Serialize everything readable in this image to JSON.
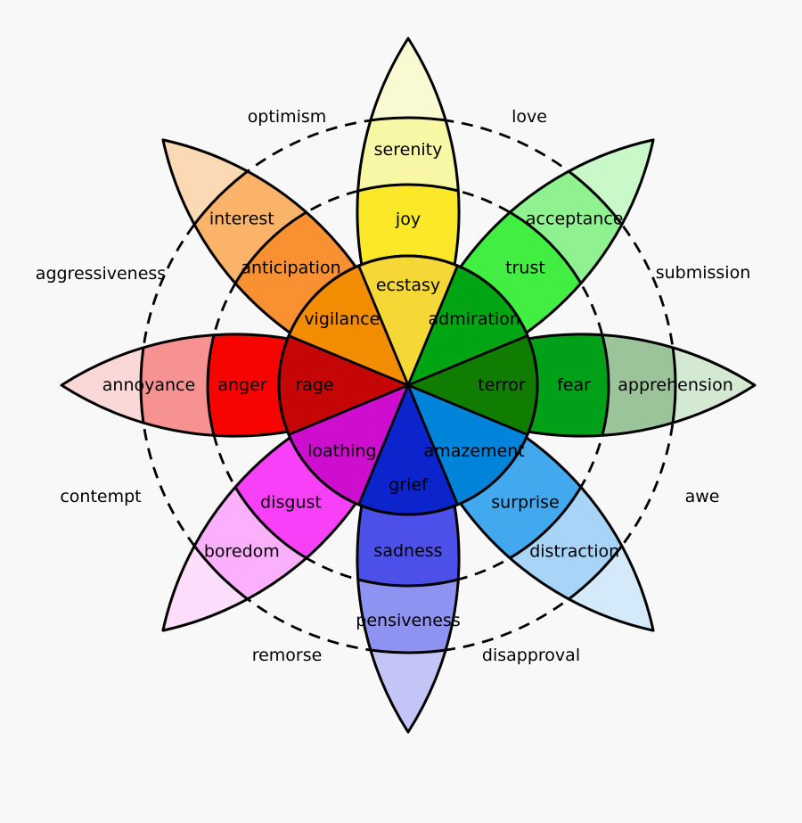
{
  "background": "#f8f8f8",
  "stroke_color": "#000000",
  "text_color": "#000000",
  "wheel": {
    "title": "plutchik-wheel-of-emotions",
    "petals": [
      {
        "name": "joy",
        "segments": [
          {
            "label": "ecstasy",
            "color": "#f5d836"
          },
          {
            "label": "joy",
            "color": "#fae829"
          },
          {
            "label": "serenity",
            "color": "#f7f7a6"
          }
        ],
        "tip_color": "#fafad2"
      },
      {
        "name": "trust",
        "segments": [
          {
            "label": "admiration",
            "color": "#01a513"
          },
          {
            "label": "trust",
            "color": "#43ee43"
          },
          {
            "label": "acceptance",
            "color": "#90f190"
          }
        ],
        "tip_color": "#c9f9c9"
      },
      {
        "name": "fear",
        "segments": [
          {
            "label": "terror",
            "color": "#107c00"
          },
          {
            "label": "fear",
            "color": "#00a018"
          },
          {
            "label": "apprehension",
            "color": "#9cc49a"
          }
        ],
        "tip_color": "#d4e9d1"
      },
      {
        "name": "surprise",
        "segments": [
          {
            "label": "amazement",
            "color": "#0084da"
          },
          {
            "label": "surprise",
            "color": "#42a9ef"
          },
          {
            "label": "distraction",
            "color": "#a7d4f7"
          }
        ],
        "tip_color": "#d4eafb"
      },
      {
        "name": "sadness",
        "segments": [
          {
            "label": "grief",
            "color": "#0b24cc"
          },
          {
            "label": "sadness",
            "color": "#4d50e8"
          },
          {
            "label": "pensiveness",
            "color": "#8e92f0"
          }
        ],
        "tip_color": "#c3c5f7"
      },
      {
        "name": "disgust",
        "segments": [
          {
            "label": "loathing",
            "color": "#ce0ece"
          },
          {
            "label": "disgust",
            "color": "#f840f8"
          },
          {
            "label": "boredom",
            "color": "#fbb0fb"
          }
        ],
        "tip_color": "#fcdefc"
      },
      {
        "name": "anger",
        "segments": [
          {
            "label": "rage",
            "color": "#c40606"
          },
          {
            "label": "anger",
            "color": "#f80400"
          },
          {
            "label": "annoyance",
            "color": "#f79292"
          }
        ],
        "tip_color": "#fbd8d8"
      },
      {
        "name": "anticipation",
        "segments": [
          {
            "label": "vigilance",
            "color": "#f28c00"
          },
          {
            "label": "anticipation",
            "color": "#f99133"
          },
          {
            "label": "interest",
            "color": "#fbb369"
          }
        ],
        "tip_color": "#fbd9b5"
      }
    ],
    "dyads": [
      "optimism",
      "love",
      "submission",
      "awe",
      "disapproval",
      "remorse",
      "contempt",
      "aggressiveness"
    ]
  }
}
